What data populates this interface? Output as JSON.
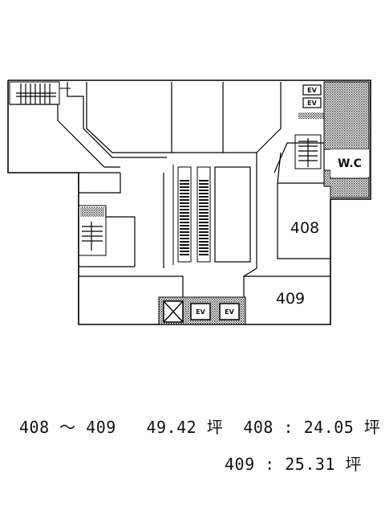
{
  "plan": {
    "rooms": [
      {
        "id": "408",
        "label": "408"
      },
      {
        "id": "409",
        "label": "409"
      }
    ],
    "wc_label": "W.C",
    "ev_label": "EV"
  },
  "areas": {
    "range": {
      "from": "408",
      "sep": "～",
      "to": "409",
      "value": "49.42",
      "unit": "坪"
    },
    "units": [
      {
        "room": "408",
        "sep": ":",
        "value": "24.05",
        "unit": "坪"
      },
      {
        "room": "409",
        "sep": ":",
        "value": "25.31",
        "unit": "坪"
      }
    ]
  }
}
